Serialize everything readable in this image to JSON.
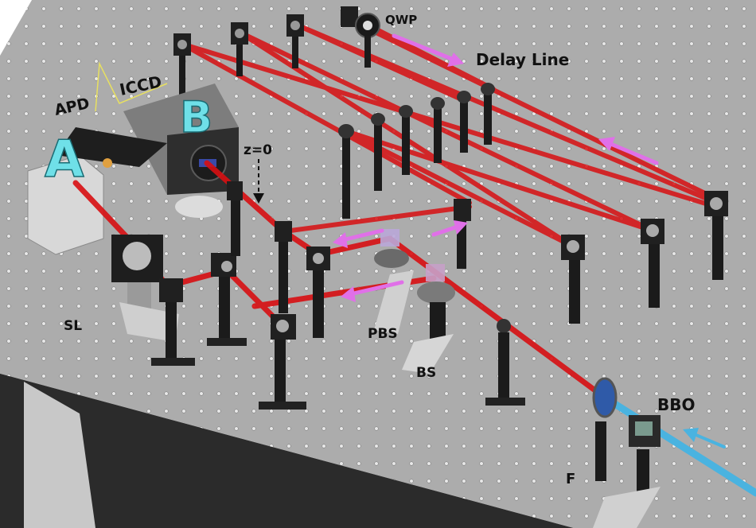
{
  "labels": {
    "qwp": "QWP",
    "delay_line": "Delay Line",
    "apd": "APD",
    "iccd": "ICCD",
    "a": "A",
    "b": "B",
    "z0": "z=0",
    "sl": "SL",
    "pbs": "PBS",
    "bs": "BS",
    "bbo": "BBO",
    "f": "F"
  },
  "colors": {
    "beam_red": "#d80f12",
    "beam_blue": "#4ab3e0",
    "arrow_violet": "#e070e8",
    "label_cyan": "#6fe0e8",
    "table": "#a9a9a9",
    "post": "#1b1b1b"
  }
}
